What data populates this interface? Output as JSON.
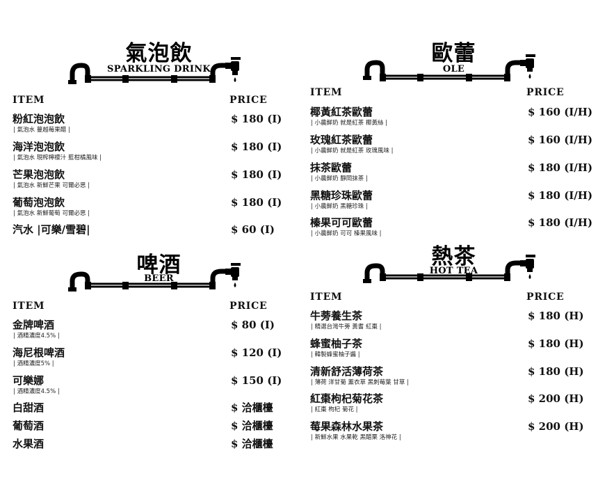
{
  "sections": {
    "sparkling": {
      "title_cn": "氣泡飲",
      "title_en": "SPARKLING DRINK",
      "col_item": "ITEM",
      "col_price": "PRICE",
      "items": [
        {
          "name": "粉紅泡泡飲",
          "desc": "| 氣泡水 蔓越莓果醋 |",
          "price": "$ 180 (I)"
        },
        {
          "name": "海洋泡泡飲",
          "desc": "| 氣泡水 現榨檸檬汁 藍柑橘風味 |",
          "price": "$ 180 (I)"
        },
        {
          "name": "芒果泡泡飲",
          "desc": "| 氣泡水 新鮮芒果 可爾必思 |",
          "price": "$ 180 (I)"
        },
        {
          "name": "葡萄泡泡飲",
          "desc": "| 氣泡水 新鮮葡萄 可爾必思 |",
          "price": "$ 180 (I)"
        },
        {
          "name": "汽水 |可樂/雪碧|",
          "desc": "",
          "price": "$  60 (I)"
        }
      ]
    },
    "ole": {
      "title_cn": "歐蕾",
      "title_en": "OLE",
      "col_item": "ITEM",
      "col_price": "PRICE",
      "items": [
        {
          "name": "椰黃紅茶歐蕾",
          "desc": "| 小農鮮奶 就是紅茶 椰黃絲 |",
          "price": "$ 160 (I/H)"
        },
        {
          "name": "玫瑰紅茶歐蕾",
          "desc": "| 小農鮮奶 就是紅茶 玫瑰風味 |",
          "price": "$ 160 (I/H)"
        },
        {
          "name": "抹茶歐蕾",
          "desc": "| 小農鮮奶 靜岡抹茶 |",
          "price": "$ 180 (I/H)"
        },
        {
          "name": "黑糖珍珠歐蕾",
          "desc": "| 小農鮮奶 黑糖珍珠 |",
          "price": "$ 180 (I/H)"
        },
        {
          "name": "榛果可可歐蕾",
          "desc": "| 小農鮮奶 可可 榛果風味 |",
          "price": "$ 180 (I/H)"
        }
      ]
    },
    "beer": {
      "title_cn": "啤酒",
      "title_en": "BEER",
      "col_item": "ITEM",
      "col_price": "PRICE",
      "items": [
        {
          "name": "金牌啤酒",
          "desc": "| 酒精濃度4.5% |",
          "price": "$  80 (I)"
        },
        {
          "name": "海尼根啤酒",
          "desc": "| 酒精濃度5% |",
          "price": "$ 120 (I)"
        },
        {
          "name": "可樂娜",
          "desc": "| 酒精濃度4.5% |",
          "price": "$ 150 (I)"
        },
        {
          "name": "白甜酒",
          "desc": "",
          "price": "$ 洽櫃檯"
        },
        {
          "name": "葡萄酒",
          "desc": "",
          "price": "$ 洽櫃檯"
        },
        {
          "name": "水果酒",
          "desc": "",
          "price": "$ 洽櫃檯"
        }
      ]
    },
    "hot_tea": {
      "title_cn": "熱茶",
      "title_en": "HOT TEA",
      "col_item": "ITEM",
      "col_price": "PRICE",
      "items": [
        {
          "name": "牛蒡養生茶",
          "desc": "| 精選台灣牛蒡 黃耆 紅棗 |",
          "price": "$ 180 (H)"
        },
        {
          "name": "蜂蜜柚子茶",
          "desc": "| 韓製蜂蜜柚子醬 |",
          "price": "$ 180 (H)"
        },
        {
          "name": "清新舒活薄荷茶",
          "desc": "| 薄荷 洋甘菊 薰衣草 黑刺莓葉 甘草 |",
          "price": "$ 180 (H)"
        },
        {
          "name": "紅棗枸杞菊花茶",
          "desc": "| 紅棗 枸杞 菊花 |",
          "price": "$ 200 (H)"
        },
        {
          "name": "莓果森林水果茶",
          "desc": "| 新鮮水果 水果乾 黑醋栗 洛神花 |",
          "price": "$ 200 (H)"
        }
      ]
    }
  }
}
